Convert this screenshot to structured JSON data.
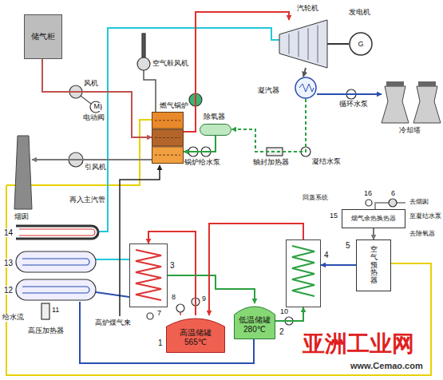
{
  "diagram": {
    "nodes": [
      {
        "text": [
          "储气柜"
        ]
      },
      {
        "text": [
          "烟囱"
        ]
      },
      {
        "text": [
          "燃气锅炉"
        ]
      },
      {
        "text": [
          "除氧器"
        ]
      },
      {
        "text": [
          "汽轮机"
        ]
      },
      {
        "text": [
          "发电机",
          "G"
        ]
      },
      {
        "text": [
          "凝汽器"
        ]
      },
      {
        "text": [
          "冷却塔"
        ]
      },
      {
        "text": [
          "3"
        ]
      },
      {
        "text": [
          "高温储罐",
          "565℃"
        ]
      },
      {
        "text": [
          "低温储罐",
          "280℃"
        ]
      },
      {
        "text": [
          "4"
        ]
      },
      {
        "text": [
          "空气预热器"
        ]
      },
      {
        "text": [
          "烟气余热换热器"
        ]
      }
    ],
    "edges": [
      {
        "from": 0,
        "to": 2,
        "arrow": "to"
      },
      {
        "from": 2,
        "to": 1,
        "arrow": "to"
      },
      {
        "from": 2,
        "to": 4,
        "arrow": "to"
      },
      {
        "from": 4,
        "to": 6,
        "arrow": "to"
      },
      {
        "from": 4,
        "to": 5,
        "arrow": "none"
      },
      {
        "from": 6,
        "to": 7,
        "arrow": "to"
      },
      {
        "from": 6,
        "to": 3,
        "arrow": "to"
      },
      {
        "from": 3,
        "to": 2,
        "arrow": "to"
      },
      {
        "from": 9,
        "to": 8,
        "arrow": "to"
      },
      {
        "from": 8,
        "to": 10,
        "arrow": "to"
      },
      {
        "from": 10,
        "to": 11,
        "arrow": "to"
      },
      {
        "from": 11,
        "to": 9,
        "arrow": "to"
      },
      {
        "from": 12,
        "to": 11,
        "arrow": "to"
      },
      {
        "from": 13,
        "to": 12,
        "arrow": "to"
      }
    ],
    "labels": [
      "风机",
      "电动阀",
      "M",
      "引风机",
      "空气鼓风机",
      "锅炉给水泵",
      "轴封加热器",
      "凝结水泵",
      "循环水泵",
      "再入主汽管",
      "14",
      "13",
      "12",
      "11",
      "高压加热器",
      "给水流",
      "高炉煤气来",
      "7",
      "8",
      "9",
      "1",
      "2",
      "10",
      "5",
      "15",
      "16",
      "6",
      "回蒸系统",
      "去烟囱",
      "至凝结水泵",
      "去除氧器",
      "亚洲工业网",
      "www.Cemao.com"
    ]
  }
}
